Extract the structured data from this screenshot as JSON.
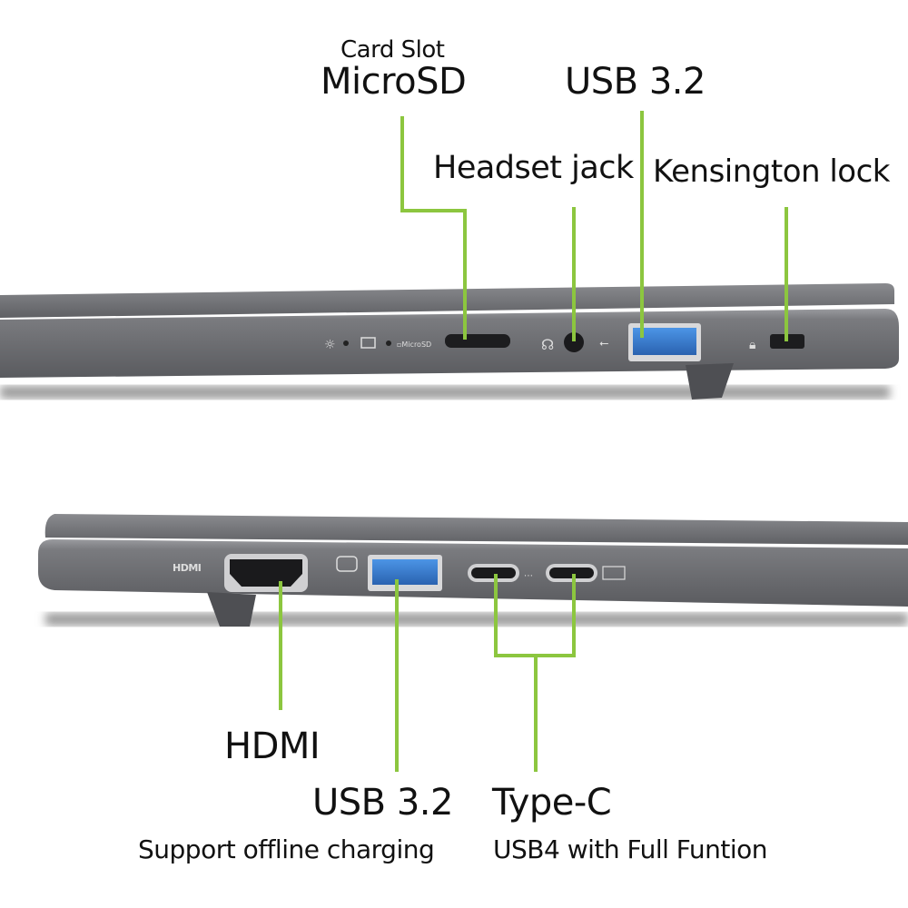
{
  "colors": {
    "accent_line": "#8cc63f",
    "chassis": "#6e6f73",
    "usb_blue": "#3b7fd0"
  },
  "top_view": {
    "labels": {
      "card_slot": "Card Slot",
      "microsd": "MicroSD",
      "usb32": "USB 3.2",
      "headset": "Headset jack",
      "kensington": "Kensington lock"
    }
  },
  "bottom_view": {
    "labels": {
      "hdmi": "HDMI",
      "usb32": "USB 3.2",
      "usb32_note": "Support offline charging",
      "typec": "Type-C",
      "typec_note": "USB4 with Full Funtion"
    },
    "port_print": {
      "hdmi": "HDMI"
    }
  }
}
